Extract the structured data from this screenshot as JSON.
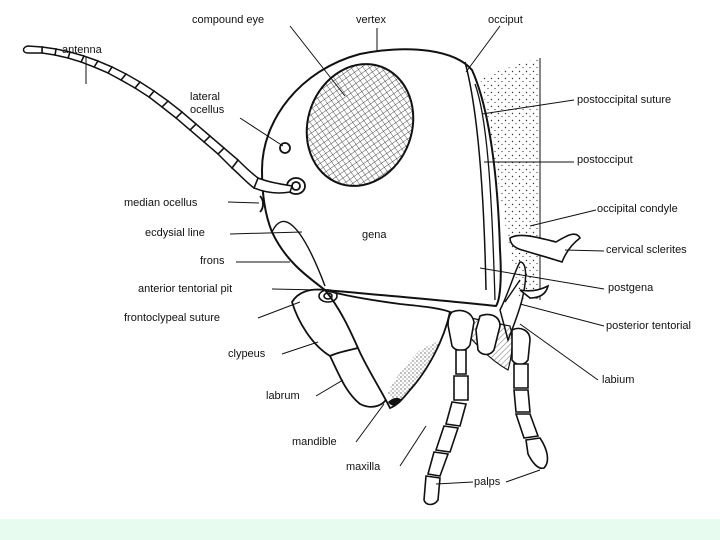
{
  "labels": {
    "compound_eye": "compound eye",
    "vertex": "vertex",
    "occiput": "occiput",
    "antenna": "antenna",
    "lateral_ocellus_line1": "lateral",
    "lateral_ocellus_line2": "ocellus",
    "postoccipital_suture": "postoccipital suture",
    "postocciput": "postocciput",
    "median_ocellus": "median ocellus",
    "occipital_condyle": "occipital condyle",
    "ecdysial_line": "ecdysial line",
    "gena": "gena",
    "cervical_sclerites": "cervical sclerites",
    "frons": "frons",
    "anterior_tentorial_pit": "anterior tentorial pit",
    "postgena": "postgena",
    "frontoclypeal_suture": "frontoclypeal suture",
    "posterior_tentorial": "posterior tentorial",
    "clypeus": "clypeus",
    "labium": "labium",
    "labrum": "labrum",
    "mandible": "mandible",
    "maxilla": "maxilla",
    "palps": "palps"
  },
  "colors": {
    "ink": "#111111",
    "background": "#ffffff",
    "bottom_band": "#e8fbef"
  }
}
